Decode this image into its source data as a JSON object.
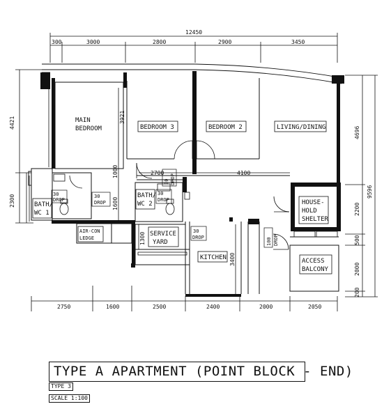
{
  "top_dims": {
    "overall": "12450",
    "segments": [
      "300",
      "3000",
      "2800",
      "2900",
      "3450"
    ]
  },
  "bottom_dims": [
    "2750",
    "1600",
    "2500",
    "2400",
    "2000",
    "2050"
  ],
  "left_dims": [
    "4421",
    "2300"
  ],
  "right_dims": [
    "4696",
    "9596",
    "2200",
    "500",
    "2000",
    "200"
  ],
  "inner_dims": {
    "d3921": "3921",
    "d1000": "1000",
    "d1600": "1600",
    "d2700": "2700",
    "d4100": "4100",
    "d1300": "1300",
    "d3400": "3400"
  },
  "rooms": {
    "main_bedroom": [
      "MAIN",
      "BEDROOM"
    ],
    "bedroom3": "BEDROOM 3",
    "bedroom2": "BEDROOM 2",
    "living": "LIVING/DINING",
    "bath1": [
      "BATH/",
      "WC 1"
    ],
    "bath2": [
      "BATH/",
      "WC 2"
    ],
    "aircon": [
      "AIR-CON",
      "LEDGE"
    ],
    "service": [
      "SERVICE",
      "YARD"
    ],
    "kitchen": "KITCHEN",
    "shelter": [
      "HOUSE-",
      "HOLD",
      "SHELTER"
    ],
    "balcony": [
      "ACCESS",
      "BALCONY"
    ]
  },
  "drops": {
    "d1": [
      "30",
      "DROP"
    ],
    "d2": [
      "30",
      "DROP"
    ],
    "d3": [
      "30",
      "DROP"
    ],
    "d4": [
      "30",
      "DROP"
    ],
    "d5": [
      "30",
      "DROP"
    ],
    "d6": [
      "100",
      "DROP"
    ]
  },
  "title": "TYPE A APARTMENT (POINT BLOCK - END)",
  "type_label": "TYPE 3",
  "scale_label": "SCALE 1:100"
}
